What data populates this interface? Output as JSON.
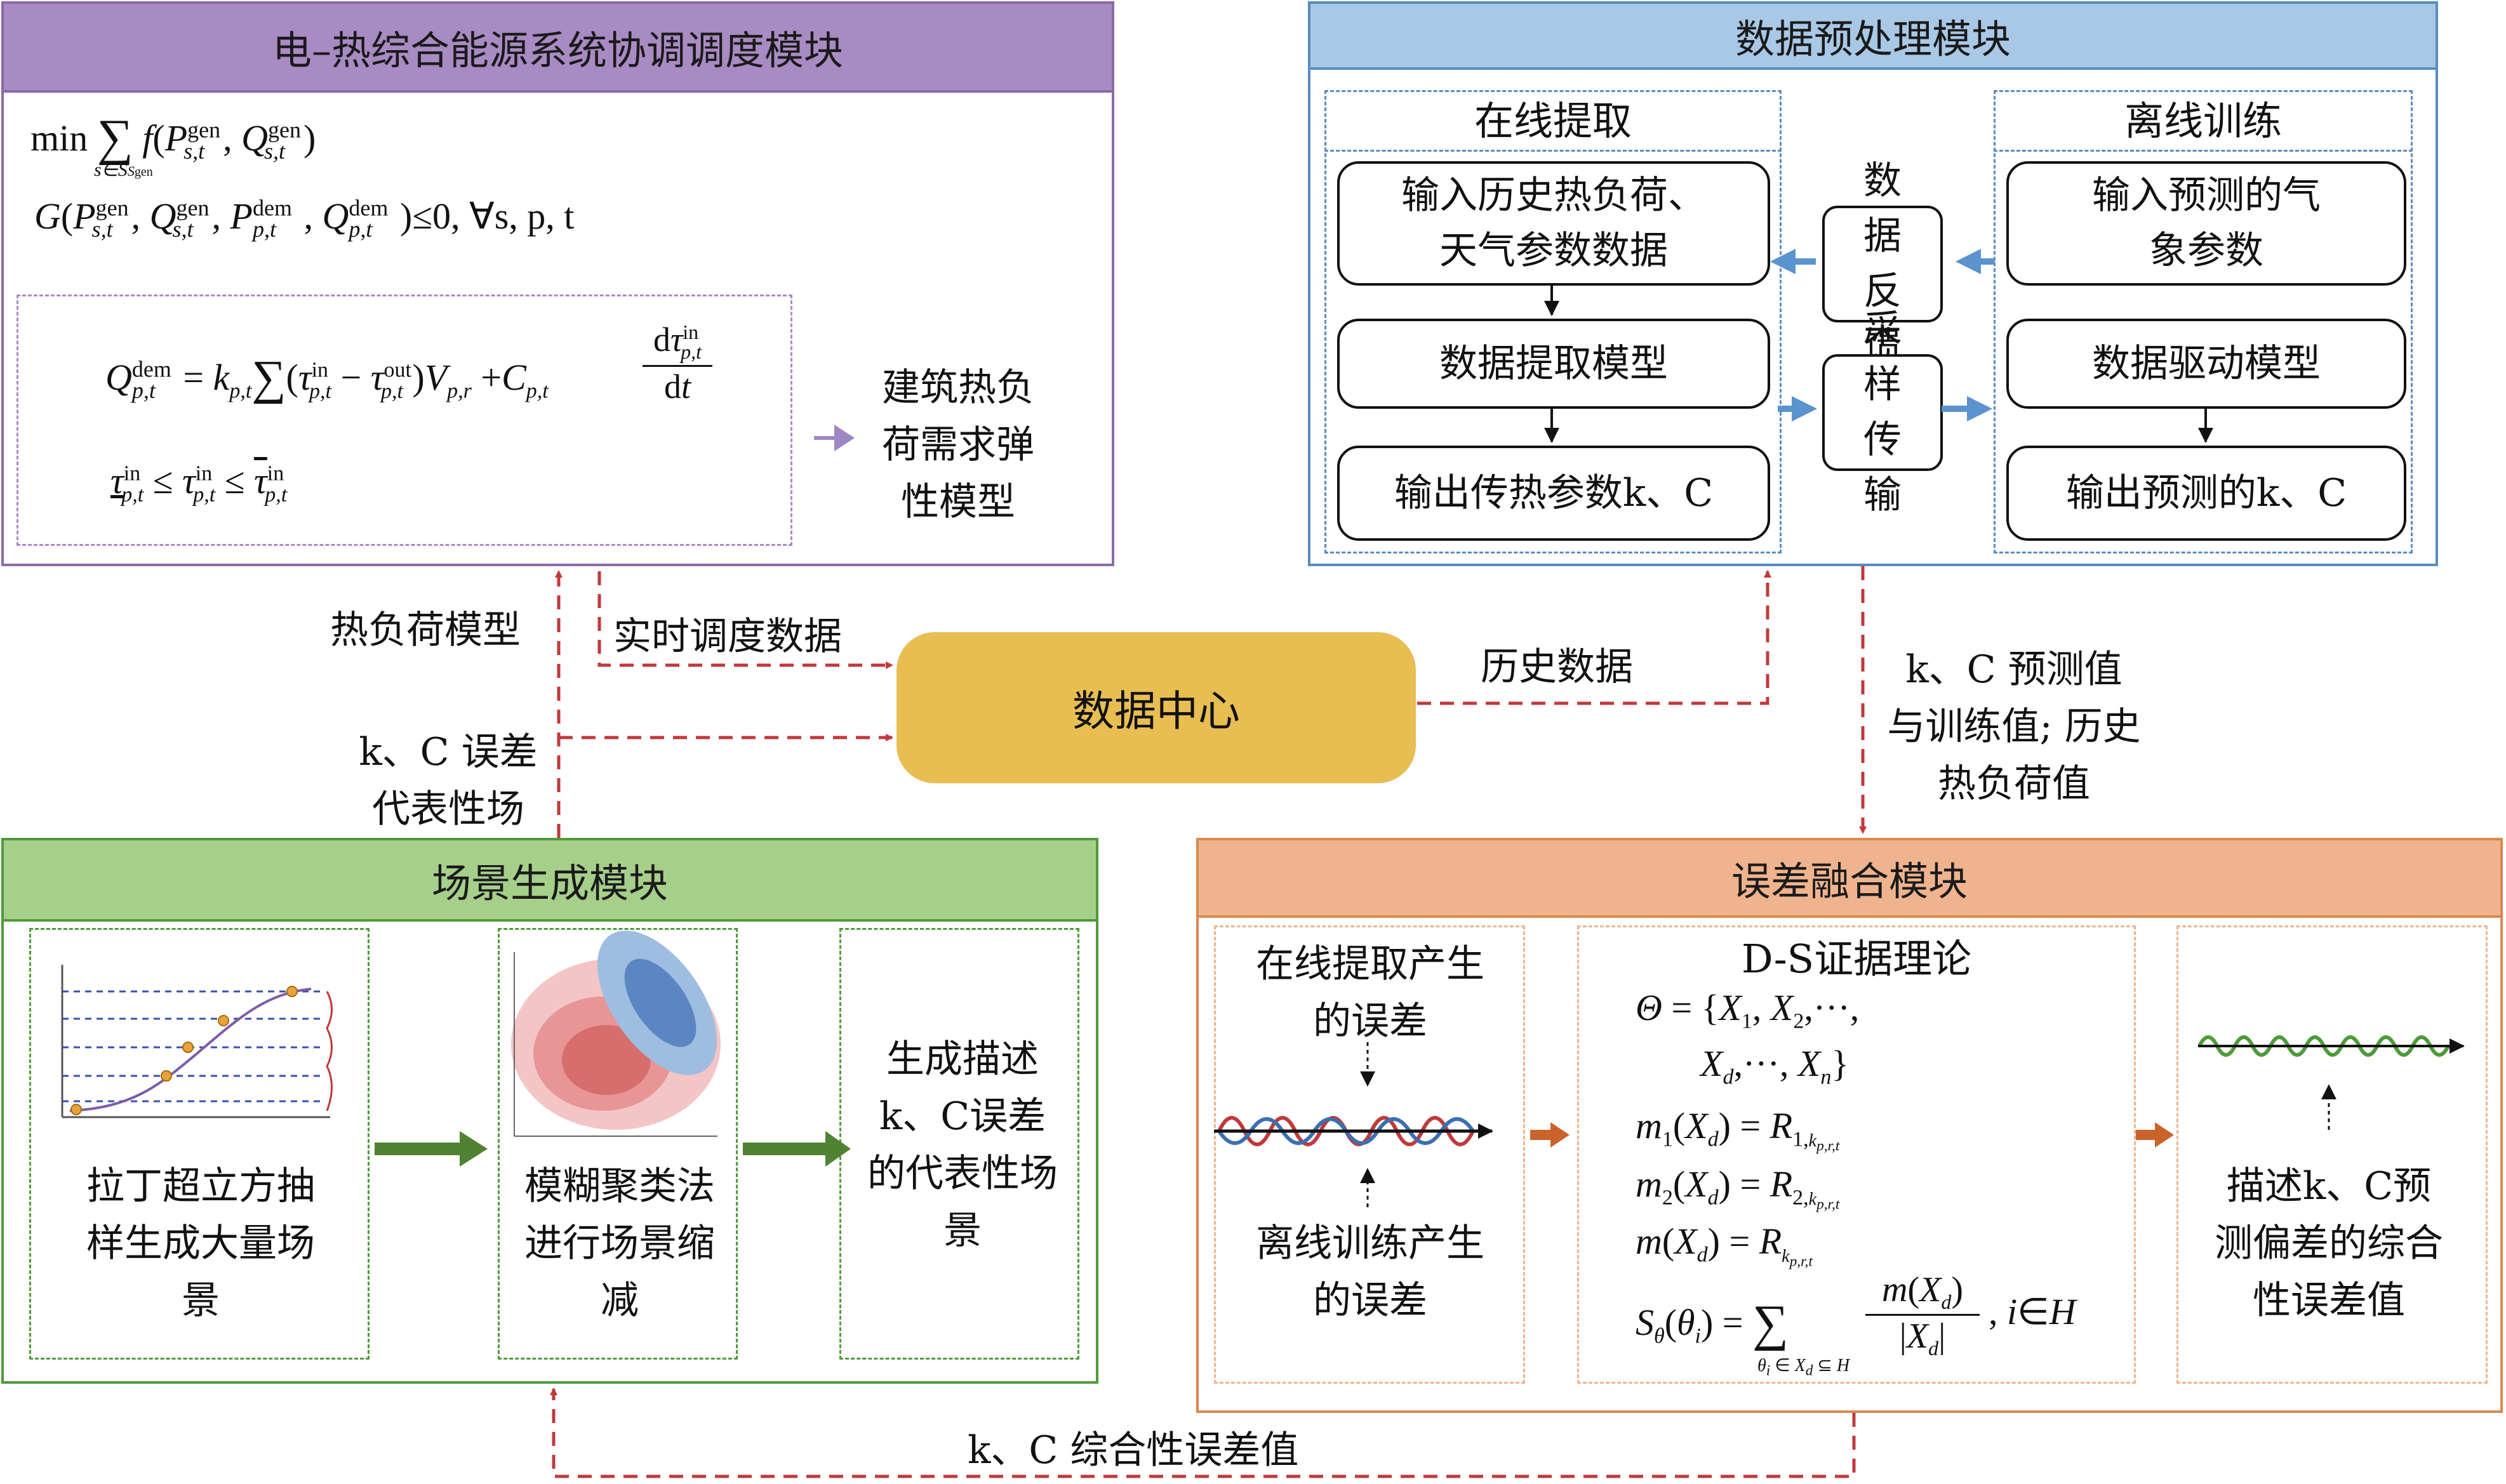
{
  "colors": {
    "purple_head": "#a98bc3",
    "purple_border": "#8a6aa6",
    "blue_head": "#a8c8e6",
    "blue_border": "#5a8bbd",
    "green_head": "#a6cf8a",
    "green_border": "#4f9a3a",
    "orange_head": "#efb48e",
    "orange_border": "#d9894f",
    "center_fill": "#e8be52",
    "arrow_red": "#c0393b",
    "arrow_blue": "#5b93cf",
    "arrow_green": "#4f8233",
    "arrow_orange": "#c9632a"
  },
  "coord": {
    "title": "电–热综合能源系统协调调度模块",
    "obj_min": "min",
    "obj_sub": "s∈S",
    "obj_sub2": "gen",
    "constraint_rhs": "≤0, ∀s, p, t",
    "elastic_label": "建筑热负荷需求弹性模型"
  },
  "preprocess": {
    "title": "数据预处理模块",
    "online_title": "在线提取",
    "offline_title": "离线训练",
    "online_boxes": [
      "输入历史热负荷、天气参数数据",
      "数据提取模型",
      "输出传热参数k、C"
    ],
    "offline_boxes": [
      "输入预测的气象参数",
      "数据驱动模型",
      "输出预测的k、C"
    ],
    "feedback": "数据反馈",
    "transfer": "采样传输"
  },
  "center": {
    "label": "数据中心"
  },
  "links": {
    "heat_model": "热负荷模型",
    "realtime": "实时调度数据",
    "history": "历史数据",
    "kc_scene": "k、C 误差代表性场",
    "kc_pred": "k、C 预测值与训练值; 历史热负荷值",
    "kc_comp": "k、C 综合性误差值"
  },
  "scene": {
    "title": "场景生成模块",
    "step1": "拉丁超立方抽样生成大量场景",
    "step2": "模糊聚类法进行场景缩减",
    "step3": "生成描述k、C误差的代表性场景"
  },
  "fusion": {
    "title": "误差融合模块",
    "online_err": "在线提取产生的误差",
    "offline_err": "离线训练产生的误差",
    "ds_title": "D-S证据理论",
    "result": "描述k、C预测偏差的综合性误差值"
  }
}
